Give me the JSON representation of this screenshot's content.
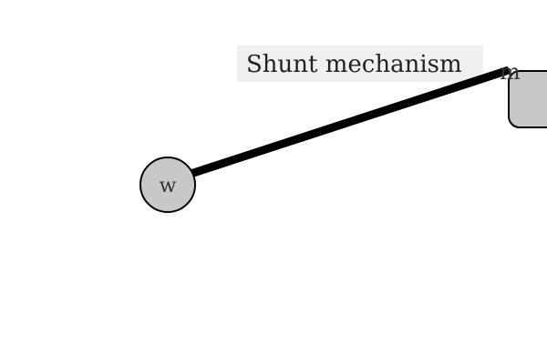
{
  "diagram": {
    "edge_label": "Shunt mechanism",
    "nodes": {
      "w": {
        "label": "w",
        "shape": "circle"
      },
      "m": {
        "label": "m",
        "shape": "rounded-rectangle"
      }
    },
    "colors": {
      "node_fill": "#c8c8c8",
      "node_stroke": "#000000",
      "edge": "#000000",
      "label_background": "#f0f0f0"
    }
  }
}
